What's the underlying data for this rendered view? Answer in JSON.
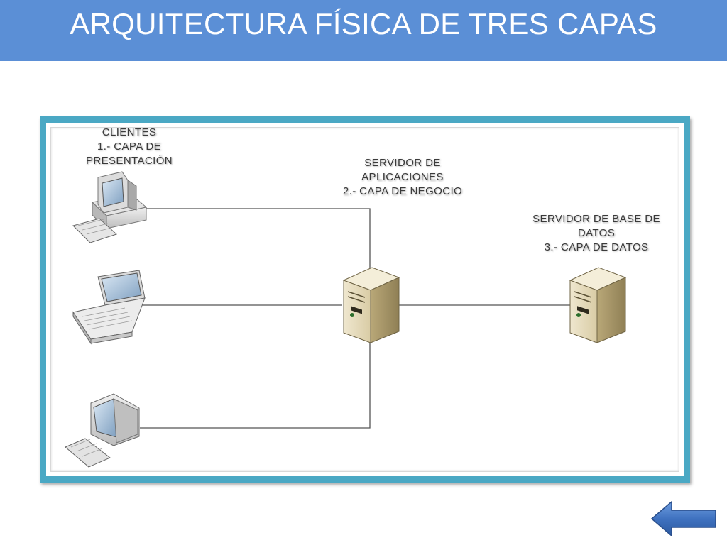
{
  "slide": {
    "title": "ARQUITECTURA FÍSICA DE TRES CAPAS",
    "header_color": "#5b8fd6",
    "frame_color": "#4aa8c4"
  },
  "diagram": {
    "clients": {
      "line1": "CLIENTES",
      "line2": "1.- CAPA DE",
      "line3": "PRESENTACIÓN",
      "devices": [
        "desktop-computer-icon",
        "laptop-icon",
        "workstation-icon"
      ]
    },
    "app_server": {
      "line1": "SERVIDOR DE",
      "line2": "APLICACIONES",
      "line3": "2.- CAPA DE NEGOCIO",
      "icon": "server-tower-icon"
    },
    "db_server": {
      "line1": "SERVIDOR DE BASE DE",
      "line2": "DATOS",
      "line3": "3.- CAPA DE DATOS",
      "icon": "server-tower-icon"
    }
  },
  "navigation": {
    "back_icon": "back-arrow-icon",
    "arrow_color": "#3f72c0"
  }
}
